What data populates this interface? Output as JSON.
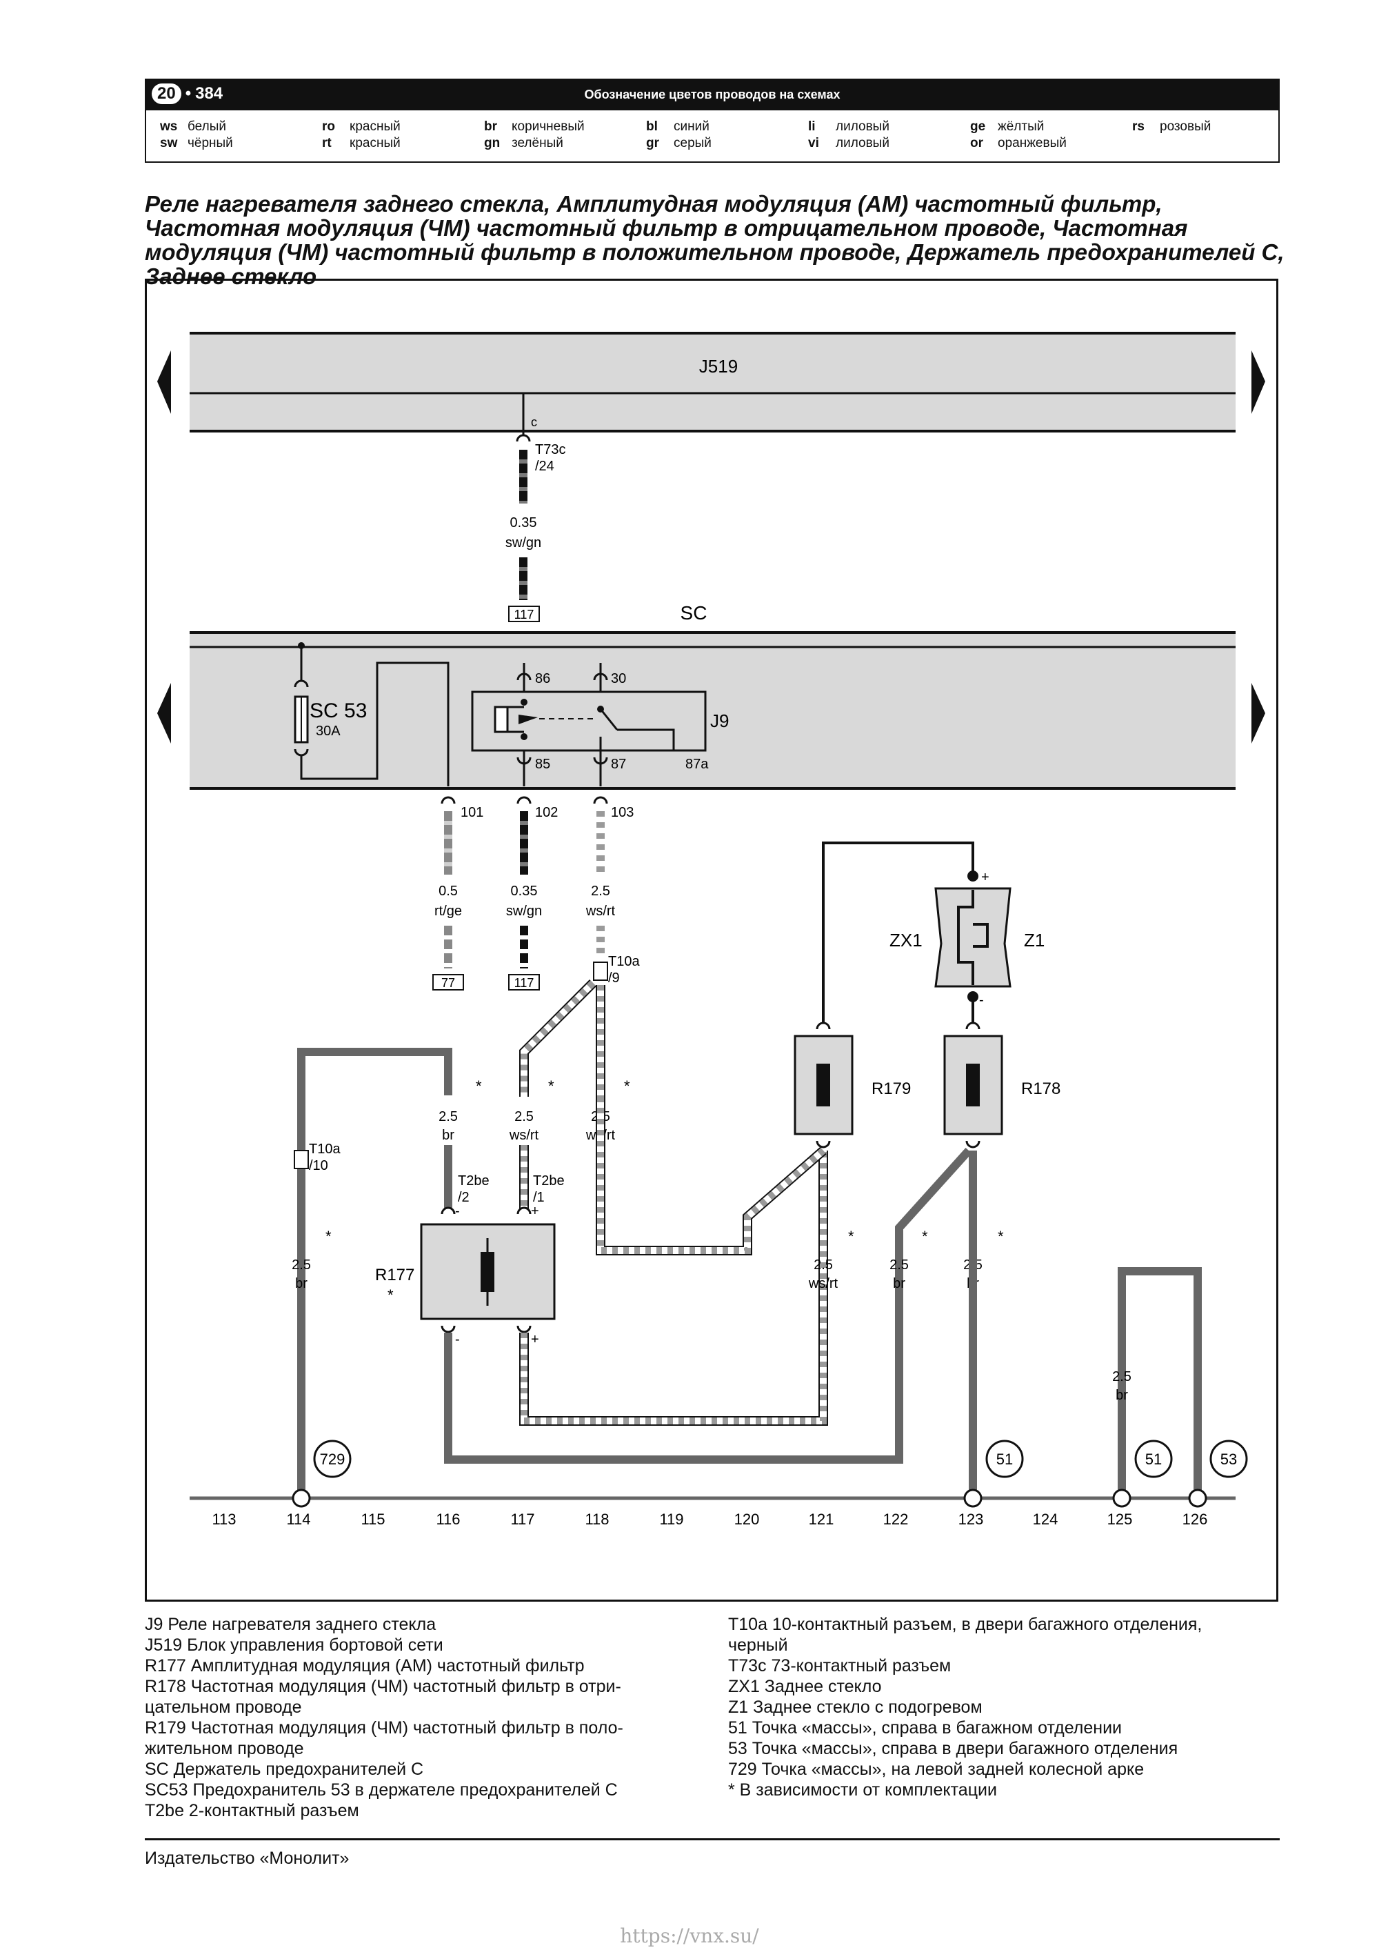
{
  "header": {
    "chapter": "20",
    "page": "384",
    "title": "Обозначение цветов проводов на схемах"
  },
  "legend": [
    {
      "code": "ws",
      "name": "белый"
    },
    {
      "code": "sw",
      "name": "чёрный"
    },
    {
      "code": "ro",
      "name": "красный"
    },
    {
      "code": "rt",
      "name": "красный"
    },
    {
      "code": "br",
      "name": "коричневый"
    },
    {
      "code": "gn",
      "name": "зелёный"
    },
    {
      "code": "bl",
      "name": "синий"
    },
    {
      "code": "gr",
      "name": "серый"
    },
    {
      "code": "li",
      "name": "лиловый"
    },
    {
      "code": "vi",
      "name": "лиловый"
    },
    {
      "code": "ge",
      "name": "жёлтый"
    },
    {
      "code": "or",
      "name": "оранжевый"
    },
    {
      "code": "rs",
      "name": "розовый"
    }
  ],
  "title": "Реле нагревателя заднего стекла, Амплитудная модуляция (АМ) частотный фильтр, Частотная модуляция (ЧМ) частотный фильтр в отрицательном проводе, Частотная модуляция (ЧМ) частотный фильтр в положительном проводе, Держатель предохранителей С, Заднее стекло",
  "diagram": {
    "j519_label": "J519",
    "sc_label": "SC",
    "j9_label": "J9",
    "sc53_label": "SC 53",
    "sc53_rating": "30A",
    "pin_c": "c",
    "t73c": "T73c",
    "t73c_pin": "/24",
    "wire_j519_size": "0.35",
    "wire_j519_color": "sw/gn",
    "ref_117a": "117",
    "relay_pins": [
      "86",
      "30",
      "85",
      "87",
      "87a"
    ],
    "sc_pins": [
      "101",
      "102",
      "103"
    ],
    "wire101_size": "0.5",
    "wire101_color": "rt/ge",
    "wire102_size": "0.35",
    "wire102_color": "sw/gn",
    "wire103_size": "2.5",
    "wire103_color": "ws/rt",
    "ref_77": "77",
    "ref_117b": "117",
    "t10a": "T10a",
    "t10a_pin9": "/9",
    "t10a_pin10": "/10",
    "zx1": "ZX1",
    "z1": "Z1",
    "plus": "+",
    "minus": "-",
    "r179": "R179",
    "r178": "R178",
    "r177": "R177",
    "t2be": "T2be",
    "t2be_pin2": "/2",
    "t2be_pin1": "/1",
    "star": "*",
    "wires_mid": [
      {
        "size": "2.5",
        "color": "br"
      },
      {
        "size": "2.5",
        "color": "ws/rt"
      },
      {
        "size": "2.5",
        "color": "ws/rt"
      },
      {
        "size": "2.5",
        "color": "br"
      },
      {
        "size": "2.5",
        "color": "ws/rt"
      },
      {
        "size": "2.5",
        "color": "br"
      },
      {
        "size": "2.5",
        "color": "br"
      },
      {
        "size": "2.5",
        "color": "br"
      }
    ],
    "grounds": [
      "729",
      "51",
      "51",
      "53"
    ],
    "tracks": [
      "113",
      "114",
      "115",
      "116",
      "117",
      "118",
      "119",
      "120",
      "121",
      "122",
      "123",
      "124",
      "125",
      "126"
    ]
  },
  "notes_left": [
    "J9 Реле нагревателя заднего стекла",
    "J519 Блок управления бортовой сети",
    "R177 Амплитудная модуляция (АМ) частотный фильтр",
    "R178 Частотная модуляция (ЧМ) частотный фильтр в отри-",
    "цательном проводе",
    "R179 Частотная модуляция (ЧМ) частотный фильтр в поло-",
    "жительном проводе",
    "SC Держатель предохранителей С",
    "SC53 Предохранитель 53 в держателе предохранителей С",
    "T2be 2-контактный разъем"
  ],
  "notes_right": [
    "T10a 10-контактный разъем, в двери багажного отделения,",
    "черный",
    "T73c 73-контактный разъем",
    "ZX1 Заднее стекло",
    "Z1 Заднее стекло с подогревом",
    "51 Точка «массы», справа в багажном отделении",
    "53 Точка «массы», справа в двери багажного отделения",
    "729 Точка «массы», на левой задней колесной арке",
    "* В зависимости от комплектации"
  ],
  "publisher": "Издательство «Монолит»",
  "watermark": "https://vnx.su/"
}
